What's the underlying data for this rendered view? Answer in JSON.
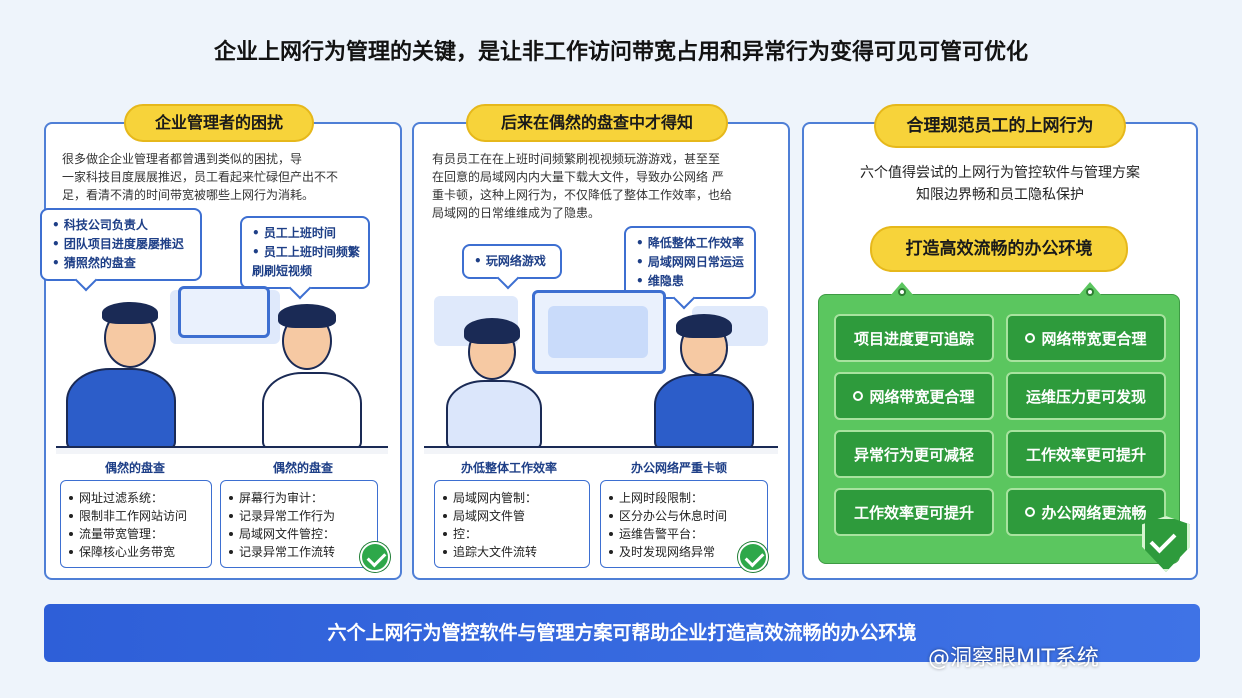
{
  "title": "企业上网行为管理的关键，是让非工作访问带宽占用和异常行为变得可见可管可优化",
  "panel1": {
    "pill": "企业管理者的困扰",
    "intro": [
      "很多做企企业管理者都曾遇到类似的困扰，导",
      "一家科技目度展展推迟，员工看起来忙碌但产出不不",
      "足，看清不清的时间带宽被哪些上网行为消耗。"
    ],
    "bubble_left": [
      "• 科技公司负责人",
      "• 团队项目进度屡屡推迟",
      "• 猜照然的盘查"
    ],
    "bubble_right": [
      "• 员工上班时间",
      "• 员工上班时间频繁",
      "  刷刷短视频"
    ],
    "label_left": "偶然的盘查",
    "label_right": "偶然的盘查",
    "card_left": [
      "网址过滤系统：",
      "限制非工作网站访问",
      "流量带宽管理：",
      "保障核心业务带宽"
    ],
    "card_right": [
      "屏幕行为审计：",
      "记录异常工作行为",
      "局域网文件管控：",
      "记录异常工作流转"
    ]
  },
  "panel2": {
    "pill": "后来在偶然的盘查中才得知",
    "intro": [
      "有员员工在在上班时间频繁刷视视频玩游游戏，甚至至",
      "在回意的局域网内内大量下载大文件，导致办公网络 严",
      "重卡顿，这种上网行为，不仅降低了整体工作效率，也给",
      "局域网的日常维维成为了隐患。"
    ],
    "bubble_left": [
      "• 玩网络游戏"
    ],
    "bubble_right": [
      "• 降低整体工作效率",
      "• 局域网网日常运运",
      "• 维隐患"
    ],
    "label_left": "办低整体工作效率",
    "label_right": "办公网络严重卡顿",
    "card_left": [
      "局域网内管制：",
      "局域网文件管",
      "控：",
      "追踪大文件流转"
    ],
    "card_right": [
      "上网时段限制：",
      "区分办公与休息时间",
      "运维告警平台：",
      "及时发现网络异常"
    ]
  },
  "panel3": {
    "pill": "合理规范员工的上网行为",
    "subtitle": [
      "六个值得尝试的上网行为管控软件与管理方案",
      "知限边界畅和员工隐私保护"
    ],
    "pill2": "打造高效流畅的办公环境",
    "buttons": [
      "项目进度更可追踪",
      "网络带宽更合理",
      "网络带宽更合理",
      "运维压力更可发现",
      "异常行为更可减轻",
      "工作效率更可提升",
      "工作效率更可提升",
      "办公网络更流畅"
    ]
  },
  "banner": "六个上网行为管控软件与管理方案可帮助企业打造高效流畅的办公环境",
  "watermark": "@洞察眼MIT系统",
  "colors": {
    "accent_blue": "#3d6fd1",
    "pill_yellow": "#f7d33a",
    "green": "#2e9b3c",
    "banner_blue": "#2e5fd8"
  },
  "icons": [
    "check-icon",
    "shield-check-icon",
    "plus-icon",
    "monitor-icon"
  ]
}
